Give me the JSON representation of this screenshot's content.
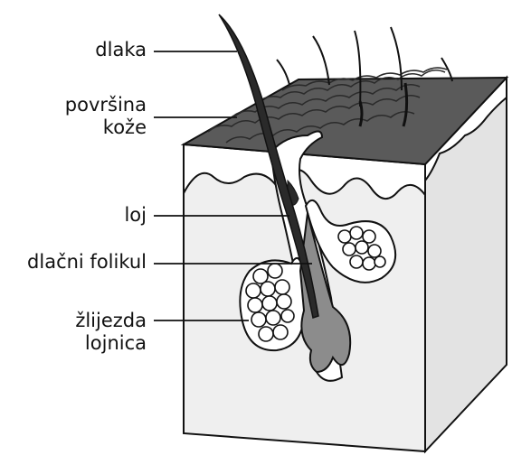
{
  "labels": {
    "hair": "dlaka",
    "skin_surface": [
      "površina",
      "kože"
    ],
    "sebum": "loj",
    "hair_follicle": "dlačni folikul",
    "sebaceous_gland": [
      "žlijezda",
      "lojnica"
    ]
  },
  "colors": {
    "skin_surface": "#5a5a5a",
    "skin_block": "#efefef",
    "dermis": "#ffffff",
    "hair": "#2a2a2a",
    "bulb": "#8c8c8c",
    "outline": "#111111"
  }
}
